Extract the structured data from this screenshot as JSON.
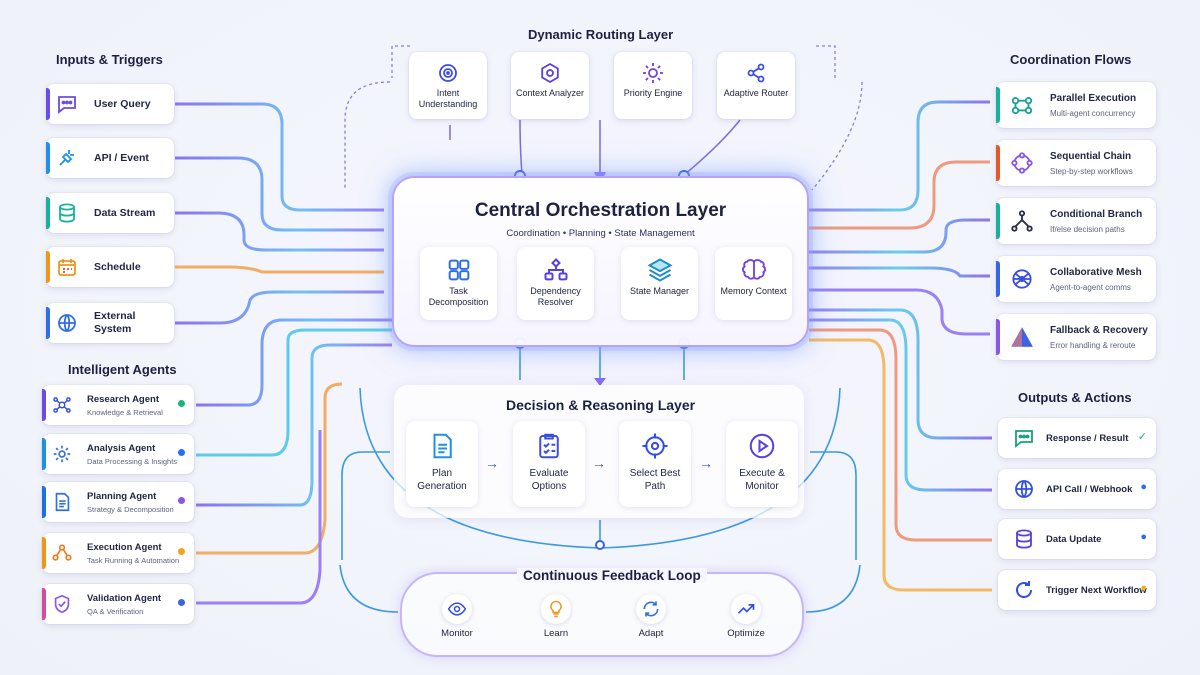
{
  "sections": {
    "inputs": "Inputs & Triggers",
    "agents": "Intelligent Agents",
    "routing": "Dynamic Routing Layer",
    "coordination": "Coordination Flows",
    "outputs": "Outputs & Actions",
    "decision": "Decision & Reasoning Layer",
    "feedback": "Continuous Feedback Loop"
  },
  "inputs": [
    {
      "label": "User Query",
      "icon": "chat-icon",
      "color": "#6b4be6"
    },
    {
      "label": "API / Event",
      "icon": "plug-icon",
      "color": "#1e90e8"
    },
    {
      "label": "Data Stream",
      "icon": "database-icon",
      "color": "#16b29a"
    },
    {
      "label": "Schedule",
      "icon": "calendar-icon",
      "color": "#f29418"
    },
    {
      "label": "External System",
      "icon": "globe-icon",
      "color": "#2f6ee8"
    }
  ],
  "agents": [
    {
      "title": "Research Agent",
      "subtitle": "Knowledge & Retrieval",
      "icon": "network-icon",
      "color": "#6b4be6",
      "dot": "#1cb776"
    },
    {
      "title": "Analysis Agent",
      "subtitle": "Data Processing & Insights",
      "icon": "gear-icon",
      "color": "#1e90e8",
      "dot": "#2a6ef0"
    },
    {
      "title": "Planning Agent",
      "subtitle": "Strategy & Decomposition",
      "icon": "document-icon",
      "color": "#1e6ee8",
      "dot": "#8a56e8"
    },
    {
      "title": "Execution Agent",
      "subtitle": "Task Running & Automation",
      "icon": "workflow-icon",
      "color": "#f29418",
      "dot": "#f0a51c"
    },
    {
      "title": "Validation Agent",
      "subtitle": "QA & Verification",
      "icon": "validation-icon",
      "color": "#d64c9a",
      "dot": "#3a63e8"
    }
  ],
  "routing": [
    {
      "label": "Intent Understanding",
      "icon": "target-icon"
    },
    {
      "label": "Context Analyzer",
      "icon": "context-icon"
    },
    {
      "label": "Priority Engine",
      "icon": "sun-icon"
    },
    {
      "label": "Adaptive Router",
      "icon": "share-icon"
    }
  ],
  "central": {
    "title": "Central Orchestration Layer",
    "subtitle": "Coordination • Planning • State Management",
    "modules": [
      {
        "label": "Task Decomposition",
        "icon": "grid-icon"
      },
      {
        "label": "Dependency Resolver",
        "icon": "dependency-icon"
      },
      {
        "label": "State Manager",
        "icon": "layers-icon"
      },
      {
        "label": "Memory Context",
        "icon": "brain-icon"
      }
    ]
  },
  "coordination": [
    {
      "title": "Parallel Execution",
      "subtitle": "Multi-agent concurrency",
      "icon": "parallel-icon",
      "color": "#16b29a"
    },
    {
      "title": "Sequential Chain",
      "subtitle": "Step-by-step workflows",
      "icon": "chain-icon",
      "color": "#e8572a"
    },
    {
      "title": "Conditional Branch",
      "subtitle": "If/else decision paths",
      "icon": "branch-icon",
      "color": "#16b29a"
    },
    {
      "title": "Collaborative Mesh",
      "subtitle": "Agent-to-agent comms",
      "icon": "mesh-icon",
      "color": "#3a63e8"
    },
    {
      "title": "Fallback & Recovery",
      "subtitle": "Error handling & reroute",
      "icon": "warning-icon",
      "color": "#8a56e8"
    }
  ],
  "outputs": [
    {
      "label": "Response / Result",
      "icon": "chat-icon",
      "status": "✓",
      "statusColor": "#16b27a"
    },
    {
      "label": "API Call / Webhook",
      "icon": "globe-icon",
      "status": "●",
      "statusColor": "#2a6ef0"
    },
    {
      "label": "Data Update",
      "icon": "database-icon",
      "status": "●",
      "statusColor": "#2a6ef0"
    },
    {
      "label": "Trigger Next Workflow",
      "icon": "refresh-icon",
      "status": "●",
      "statusColor": "#f0b21c"
    }
  ],
  "decision": [
    {
      "label": "Plan Generation",
      "icon": "document-icon"
    },
    {
      "label": "Evaluate Options",
      "icon": "checklist-icon"
    },
    {
      "label": "Select Best Path",
      "icon": "crosshair-icon"
    },
    {
      "label": "Execute & Monitor",
      "icon": "play-icon"
    }
  ],
  "feedback": [
    {
      "label": "Monitor",
      "icon": "eye-icon"
    },
    {
      "label": "Learn",
      "icon": "lightbulb-icon"
    },
    {
      "label": "Adapt",
      "icon": "refresh-icon"
    },
    {
      "label": "Optimize",
      "icon": "trend-icon"
    }
  ]
}
